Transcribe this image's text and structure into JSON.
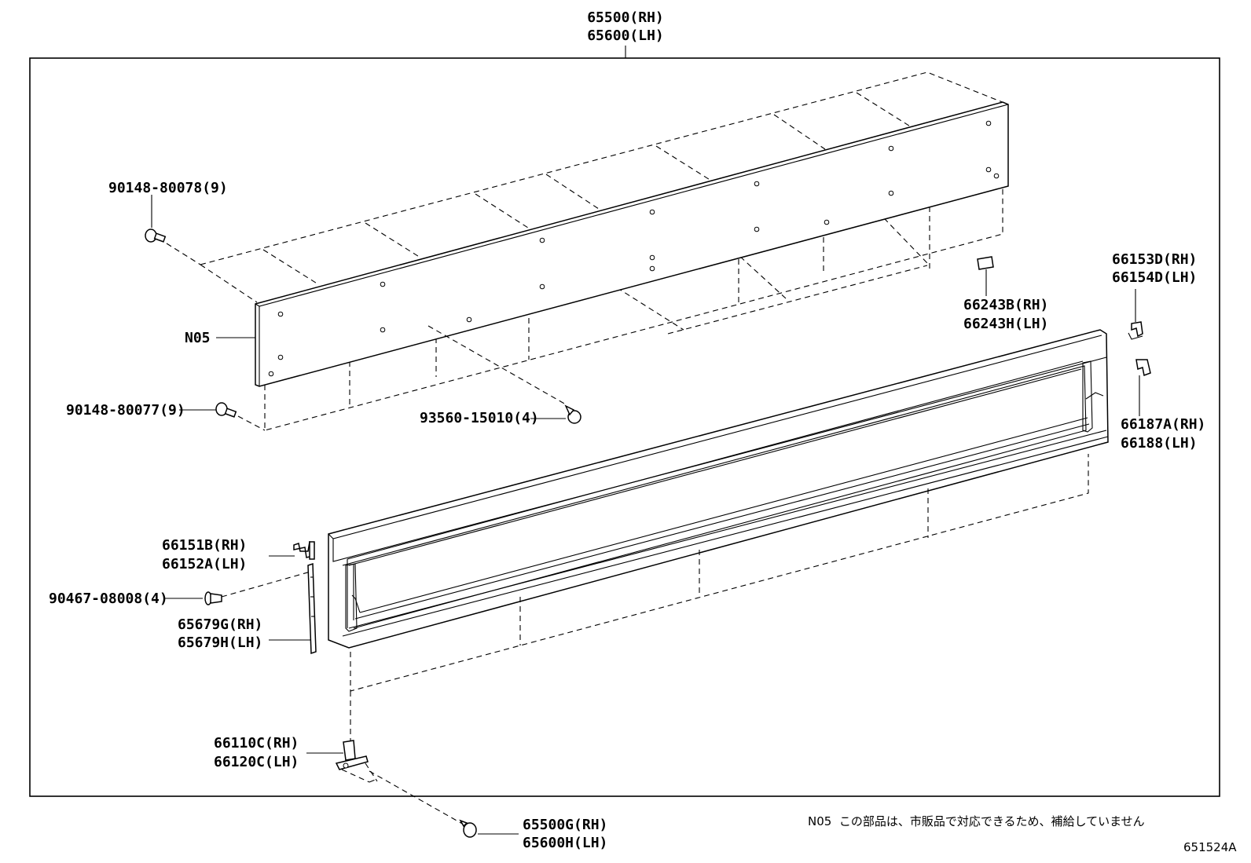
{
  "labels": {
    "top_rh": "65500(RH)",
    "top_lh": "65600(LH)",
    "bolt_80078": "90148-80078(9)",
    "n05": "N05",
    "bolt_80077": "90148-80077(9)",
    "bolt_93560": "93560-15010(4)",
    "plate_rh": "66243B(RH)",
    "plate_lh": "66243H(LH)",
    "clip_153_rh": "66153D(RH)",
    "clip_154_lh": "66154D(LH)",
    "clip_187_rh": "66187A(RH)",
    "clip_188_lh": "66188(LH)",
    "bracket_151_rh": "66151B(RH)",
    "bracket_152_lh": "66152A(LH)",
    "rivet": "90467-08008(4)",
    "strip_rh": "65679G(RH)",
    "strip_lh": "65679H(LH)",
    "hinge_rh": "66110C(RH)",
    "hinge_lh": "66120C(LH)",
    "bolt_g_rh": "65500G(RH)",
    "bolt_h_lh": "65600H(LH)"
  },
  "note": {
    "code": "N05",
    "text": "この部品は、市販品で対応できるため、補給していません"
  },
  "drawing_number": "651524A"
}
